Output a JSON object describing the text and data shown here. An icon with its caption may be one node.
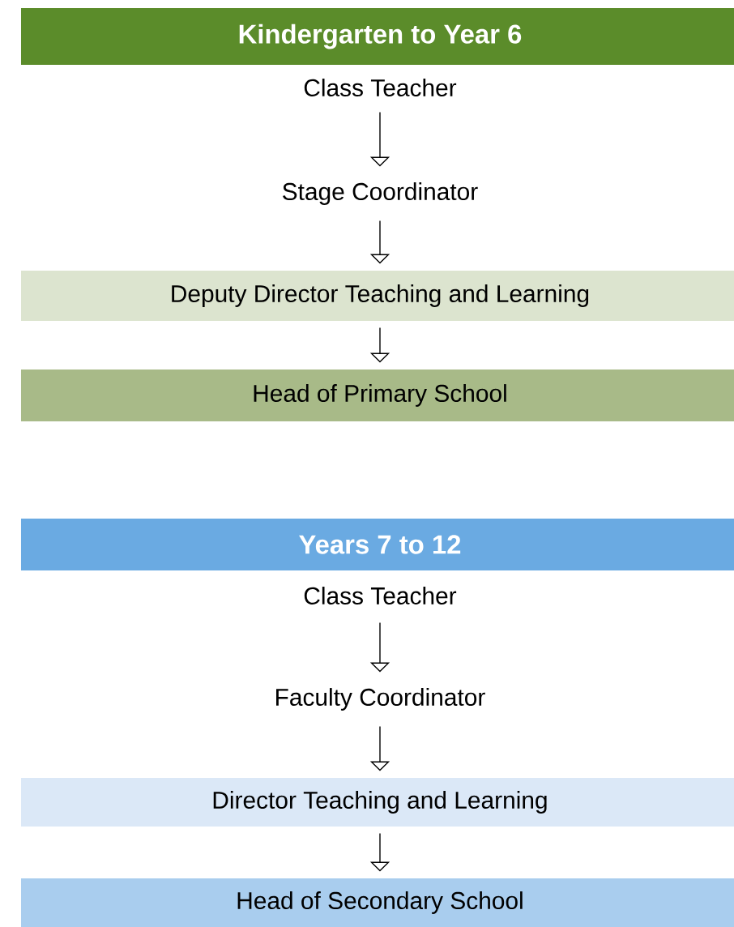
{
  "diagram": {
    "nodes": [
      {
        "text": [
          "Kindergarten to Year 6"
        ]
      },
      {
        "text": [
          "Class Teacher"
        ]
      },
      {
        "text": [
          "Stage Coordinator"
        ]
      },
      {
        "text": [
          "Deputy Director Teaching and Learning"
        ]
      },
      {
        "text": [
          "Head of Primary School"
        ]
      },
      {
        "text": [
          "Years 7 to 12"
        ]
      },
      {
        "text": [
          "Class Teacher"
        ]
      },
      {
        "text": [
          "Faculty Coordinator"
        ]
      },
      {
        "text": [
          "Director Teaching and Learning"
        ]
      },
      {
        "text": [
          "Head of Secondary School"
        ]
      }
    ],
    "edges": [
      {
        "from": 1,
        "to": 2,
        "arrow": "to"
      },
      {
        "from": 2,
        "to": 3,
        "arrow": "to"
      },
      {
        "from": 3,
        "to": 4,
        "arrow": "to"
      },
      {
        "from": 6,
        "to": 7,
        "arrow": "to"
      },
      {
        "from": 7,
        "to": 8,
        "arrow": "to"
      },
      {
        "from": 8,
        "to": 9,
        "arrow": "to"
      }
    ]
  }
}
